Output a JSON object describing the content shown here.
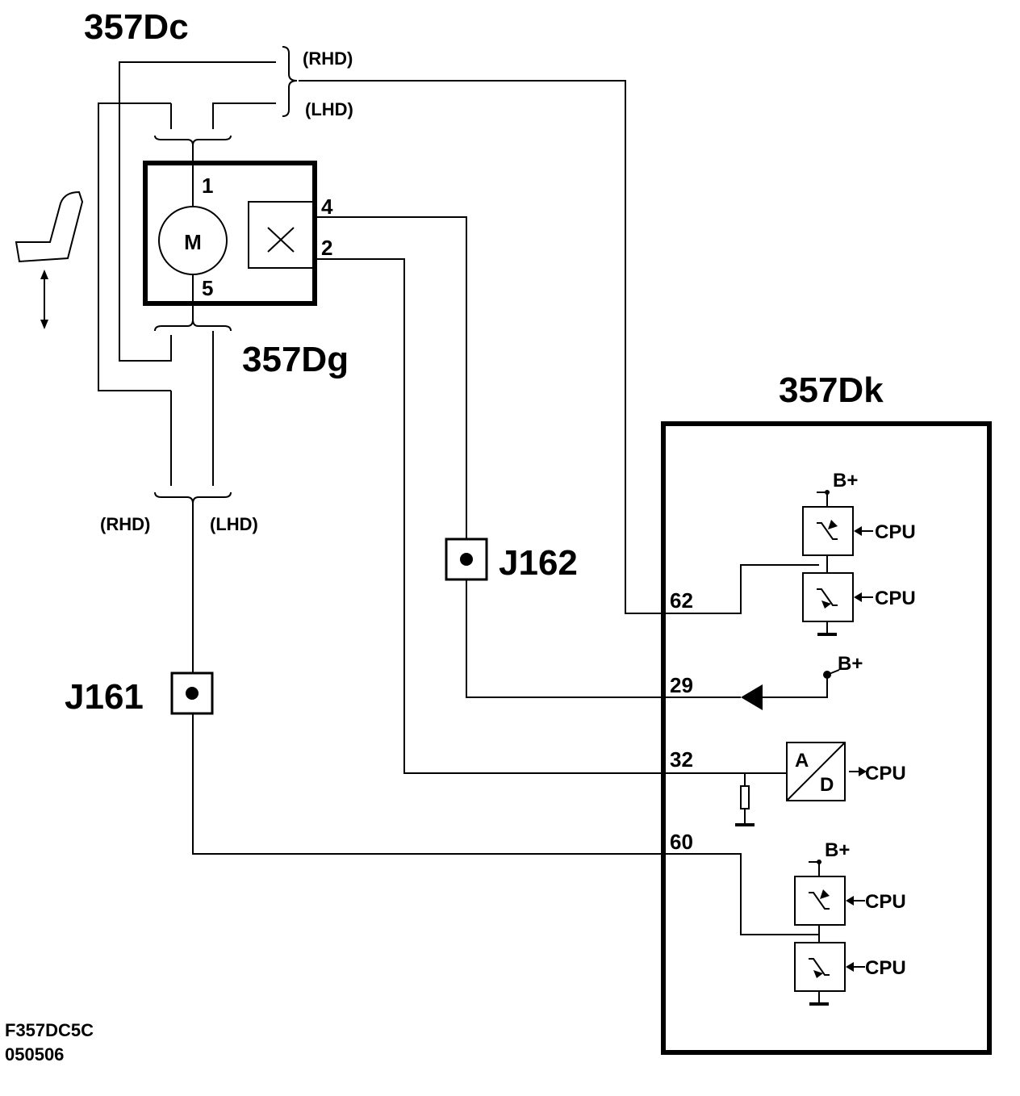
{
  "components": {
    "motor_connector": "357Dc",
    "seat_module": "357Dg",
    "control_unit": "357Dk"
  },
  "connectors": {
    "j161": "J161",
    "j162": "J162"
  },
  "variants": {
    "rhd": "(RHD)",
    "lhd": "(LHD)"
  },
  "motor": {
    "symbol": "M",
    "pin_top": "1",
    "pin_bottom": "5"
  },
  "sensor": {
    "pin_a": "4",
    "pin_b": "2"
  },
  "pins": {
    "p62": "62",
    "p29": "29",
    "p32": "32",
    "p60": "60"
  },
  "signals": {
    "bplus": "B+",
    "cpu": "CPU",
    "adc_a": "A",
    "adc_d": "D"
  },
  "footer": {
    "code": "F357DC5C",
    "date": "050506"
  }
}
